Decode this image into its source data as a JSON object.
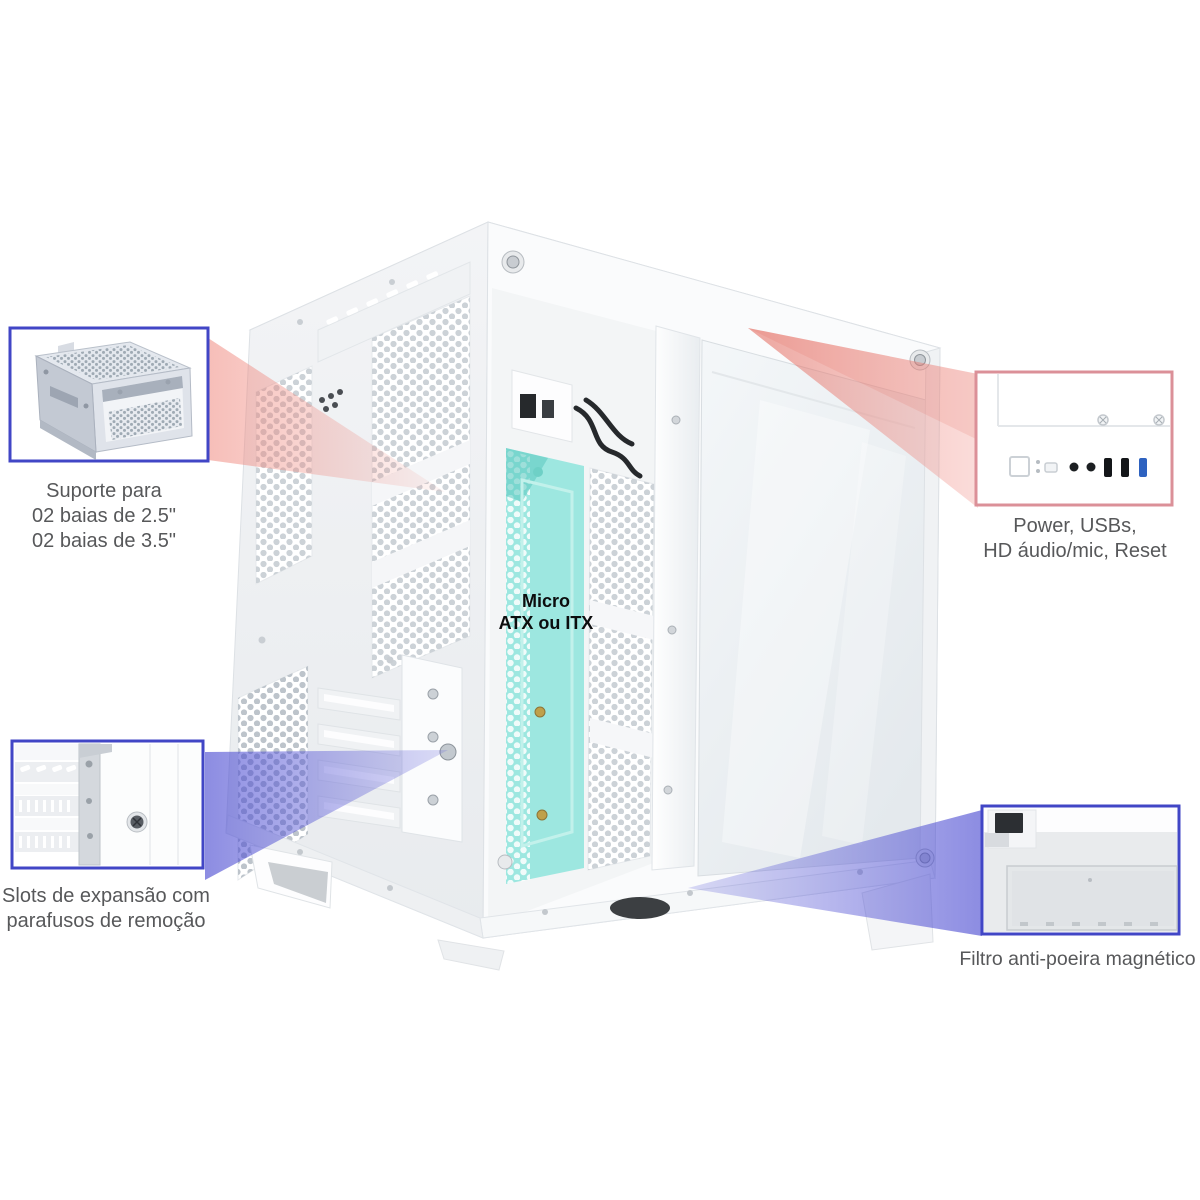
{
  "image_type": "product-feature-diagram",
  "product": "white micro-ATX PC case",
  "annotations": {
    "drive_bays": {
      "caption_lines": [
        "Suporte para",
        "02 baias de 2.5\"",
        "02 baias de 3.5\""
      ],
      "border_color": "#4146c6",
      "inset_content": "removable metal drive cage"
    },
    "front_io": {
      "caption_lines": [
        "Power, USBs,",
        "HD áudio/mic, Reset"
      ],
      "border_color": "#db9098",
      "inset_content": "front panel: power button, reset, audio jacks, 2x USB 2.0, 1x USB 3.0"
    },
    "expansion_slots": {
      "caption_lines": [
        "Slots de expansão com",
        "parafusos de remoção"
      ],
      "border_color": "#4146c6",
      "inset_content": "vented expansion slot covers with thumbscrew"
    },
    "dust_filter": {
      "caption_lines": [
        "Filtro anti-poeira magnético"
      ],
      "border_color": "#4146c6",
      "inset_content": "magnetic bottom dust filter"
    }
  },
  "case_label": {
    "lines": [
      "Micro",
      "ATX ou ITX"
    ],
    "highlight_color": "#9de7e0"
  },
  "colors": {
    "beam_red": "#ee7d72",
    "beam_blue": "#4b4bd2",
    "caption_text": "#57585a",
    "case_white": "#fafbfc",
    "usb3_blue": "#2e62c0"
  }
}
